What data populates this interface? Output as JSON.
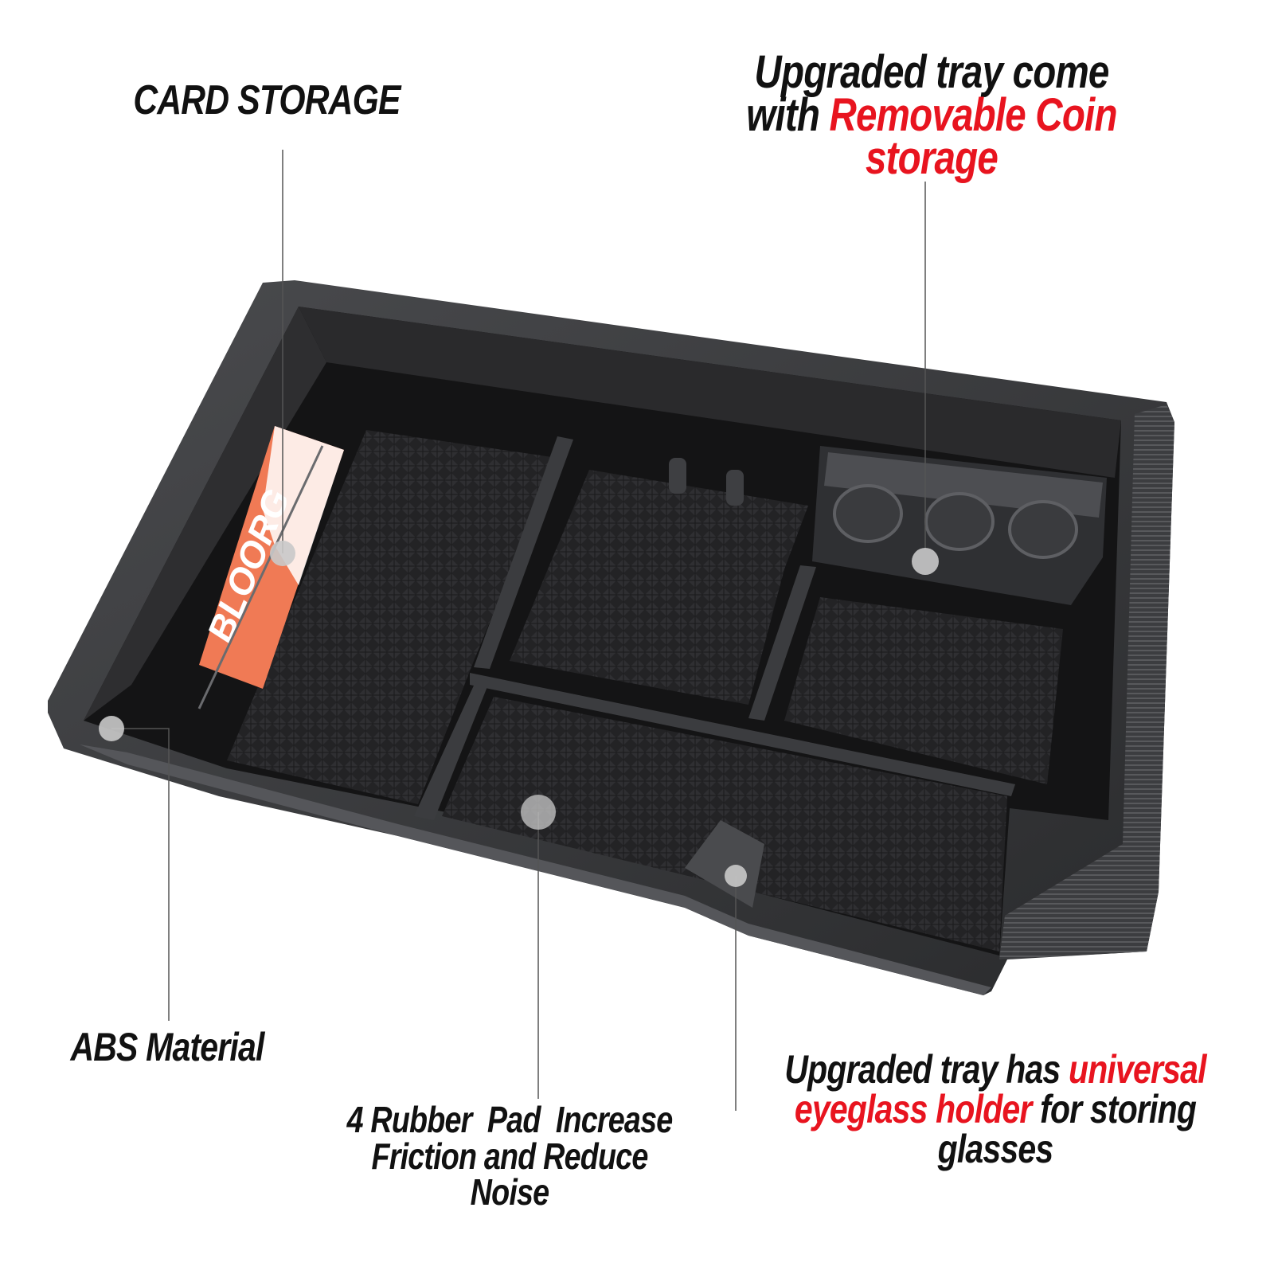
{
  "callouts": {
    "card_storage": "CARD STORAGE",
    "coin": {
      "line1": "Upgraded tray come",
      "line2_plain": "with ",
      "line2_red": "Removable Coin",
      "line3_red": "storage"
    },
    "abs": "ABS Material",
    "rubber": {
      "line1": "4 Rubber  Pad  Increase",
      "line2": "Friction and Reduce",
      "line3": "Noise"
    },
    "eyeglass": {
      "line1_plain": "Upgraded tray has ",
      "line1_red": "universal",
      "line2_red": "eyeglass holder",
      "line2_plain": " for storing",
      "line3": "glasses"
    }
  },
  "card_logo_text": "BLOORG",
  "colors": {
    "accent_red": "#e8141f",
    "text": "#111111",
    "tray": "#3a3b3d",
    "tray_dark": "#1c1c1e",
    "card_orange": "#f07a55",
    "marker": "#c9c9c9"
  }
}
